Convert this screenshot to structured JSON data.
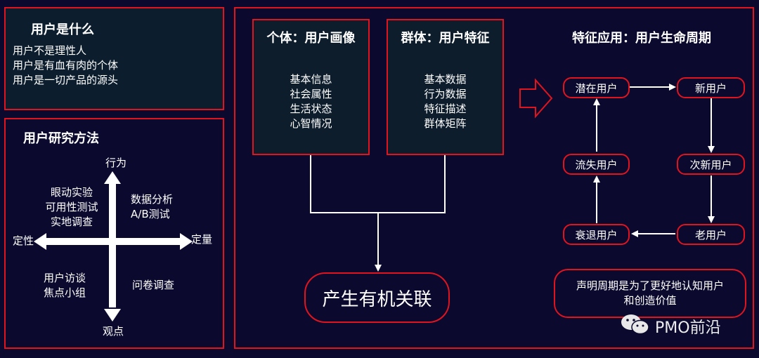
{
  "what_is_user": {
    "title": "用户是什么",
    "lines": [
      "用户不是理性人",
      "用户是有血有肉的个体",
      "用户是一切产品的源头"
    ]
  },
  "research_methods": {
    "title": "用户研究方法",
    "axis_top": "行为",
    "axis_bottom": "观点",
    "axis_left": "定性",
    "axis_right": "定量",
    "q_top_left": [
      "眼动实验",
      "可用性测试",
      "实地调查"
    ],
    "q_top_right": [
      "数据分析",
      "A/B测试"
    ],
    "q_bottom_left": [
      "用户访谈",
      "焦点小组"
    ],
    "q_bottom_right": [
      "问卷调查"
    ]
  },
  "individual": {
    "title": "个体：用户画像",
    "items": [
      "基本信息",
      "社会属性",
      "生活状态",
      "心智情况"
    ]
  },
  "group": {
    "title": "群体：用户特征",
    "items": [
      "基本数据",
      "行为数据",
      "特征描述",
      "群体矩阵"
    ]
  },
  "result": "产生有机关联",
  "lifecycle": {
    "title": "特征应用：用户生命周期",
    "potential": "潜在用户",
    "new": "新用户",
    "second_new": "次新用户",
    "old": "老用户",
    "declining": "衰退用户",
    "lost": "流失用户",
    "note_line1": "声明周期是为了更好地认知用户",
    "note_line2": "和创造价值"
  },
  "watermark": "PMO前沿"
}
